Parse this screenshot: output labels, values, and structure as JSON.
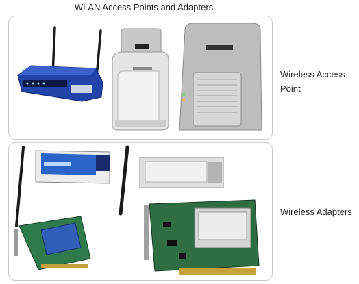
{
  "heading": "WLAN Access Points and Adapters",
  "sections": [
    {
      "label": "Wireless Access Point"
    },
    {
      "label": "Wireless Adapters"
    }
  ]
}
